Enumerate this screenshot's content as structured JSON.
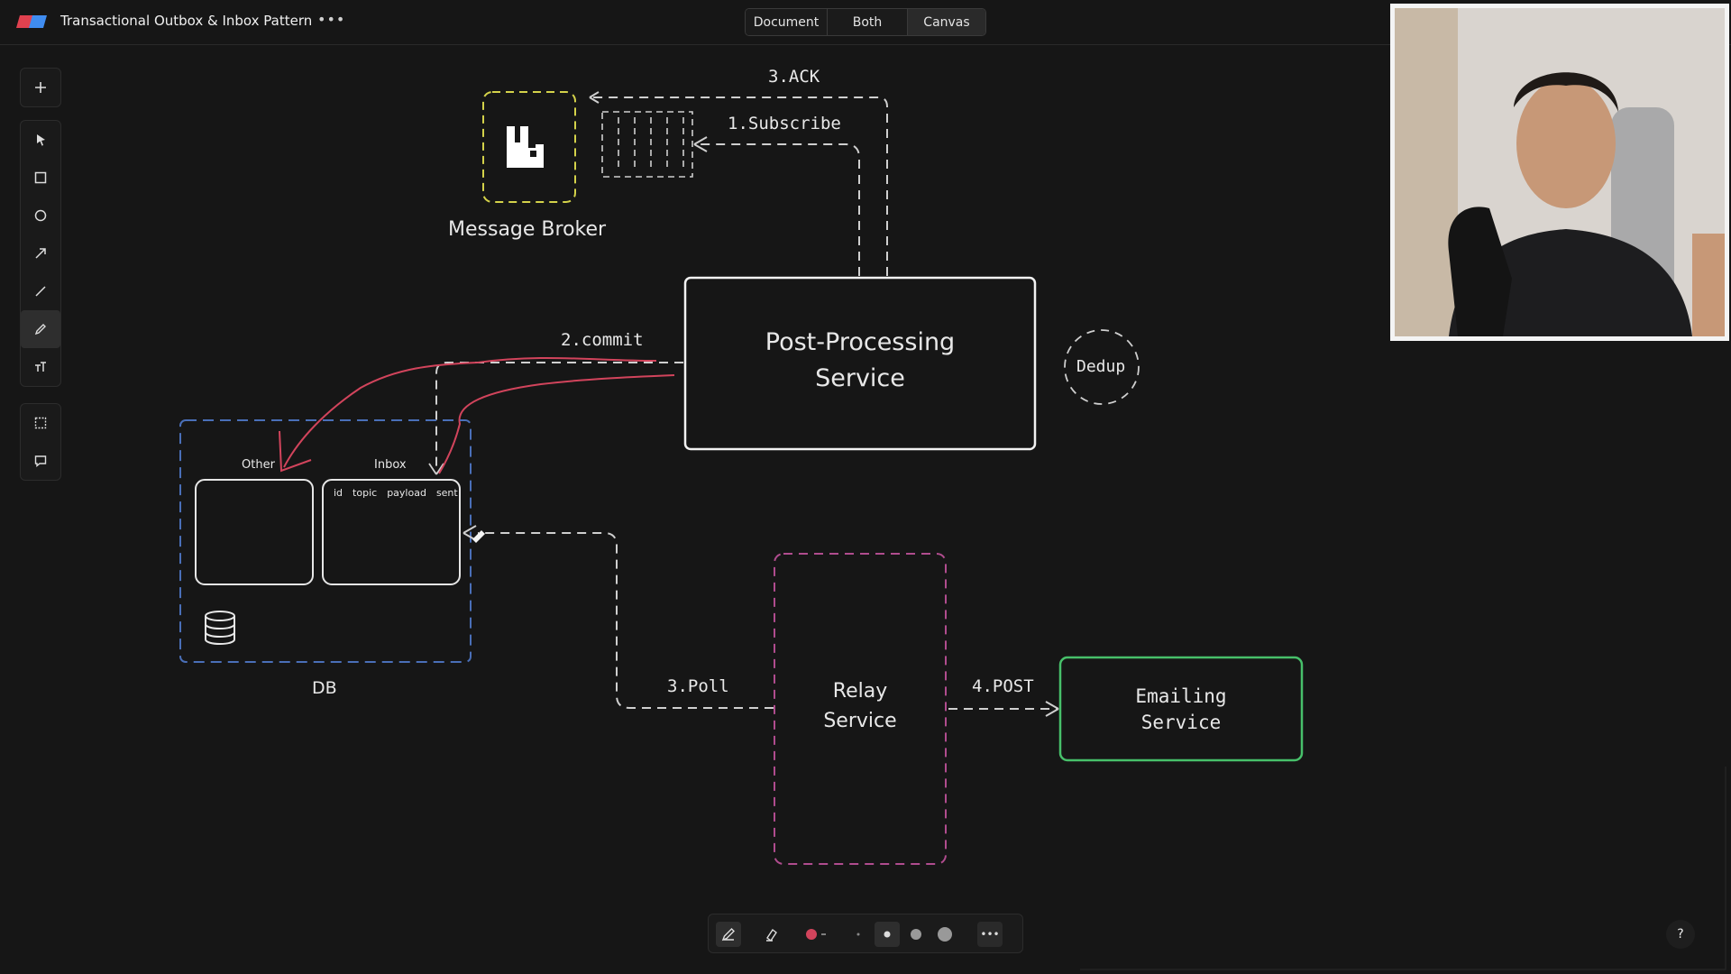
{
  "app": {
    "title": "Transactional Outbox & Inbox Pattern",
    "more_label": "•••"
  },
  "view_tabs": [
    {
      "label": "Document"
    },
    {
      "label": "Both"
    },
    {
      "label": "Canvas"
    }
  ],
  "view_active": "Canvas",
  "toolbar": {
    "tools": [
      "add",
      "select",
      "rectangle",
      "ellipse",
      "arrow",
      "line",
      "pen",
      "text",
      "frame",
      "comment"
    ],
    "active_tool": "pen"
  },
  "diagram": {
    "broker_label": "Message Broker",
    "ack_label": "3.ACK",
    "subscribe_label": "1.Subscribe",
    "commit_label": "2.commit",
    "post_processing_label_line1": "Post-Processing",
    "post_processing_label_line2": "Service",
    "dedup_label": "Dedup",
    "db_label": "DB",
    "other_label": "Other",
    "inbox_label": "Inbox",
    "inbox_columns": [
      "id",
      "topic",
      "payload",
      "sent"
    ],
    "poll_label": "3.Poll",
    "relay_label_line1": "Relay",
    "relay_label_line2": "Service",
    "post_label": "4.POST",
    "emailing_label_line1": "Emailing",
    "emailing_label_line2": "Service"
  },
  "colors": {
    "background": "#161616",
    "broker_border": "#d4d24a",
    "db_border": "#4a6fb8",
    "relay_border": "#b04c8e",
    "emailing_border": "#47c06a",
    "annotation_red": "#d2445c"
  },
  "bottom_toolbar": {
    "tools": [
      "pen",
      "highlighter",
      "color",
      "size-tiny",
      "size-small",
      "size-medium",
      "size-large",
      "more"
    ],
    "selected_color": "#d2445c",
    "more_label": "•••"
  },
  "help_label": "?"
}
